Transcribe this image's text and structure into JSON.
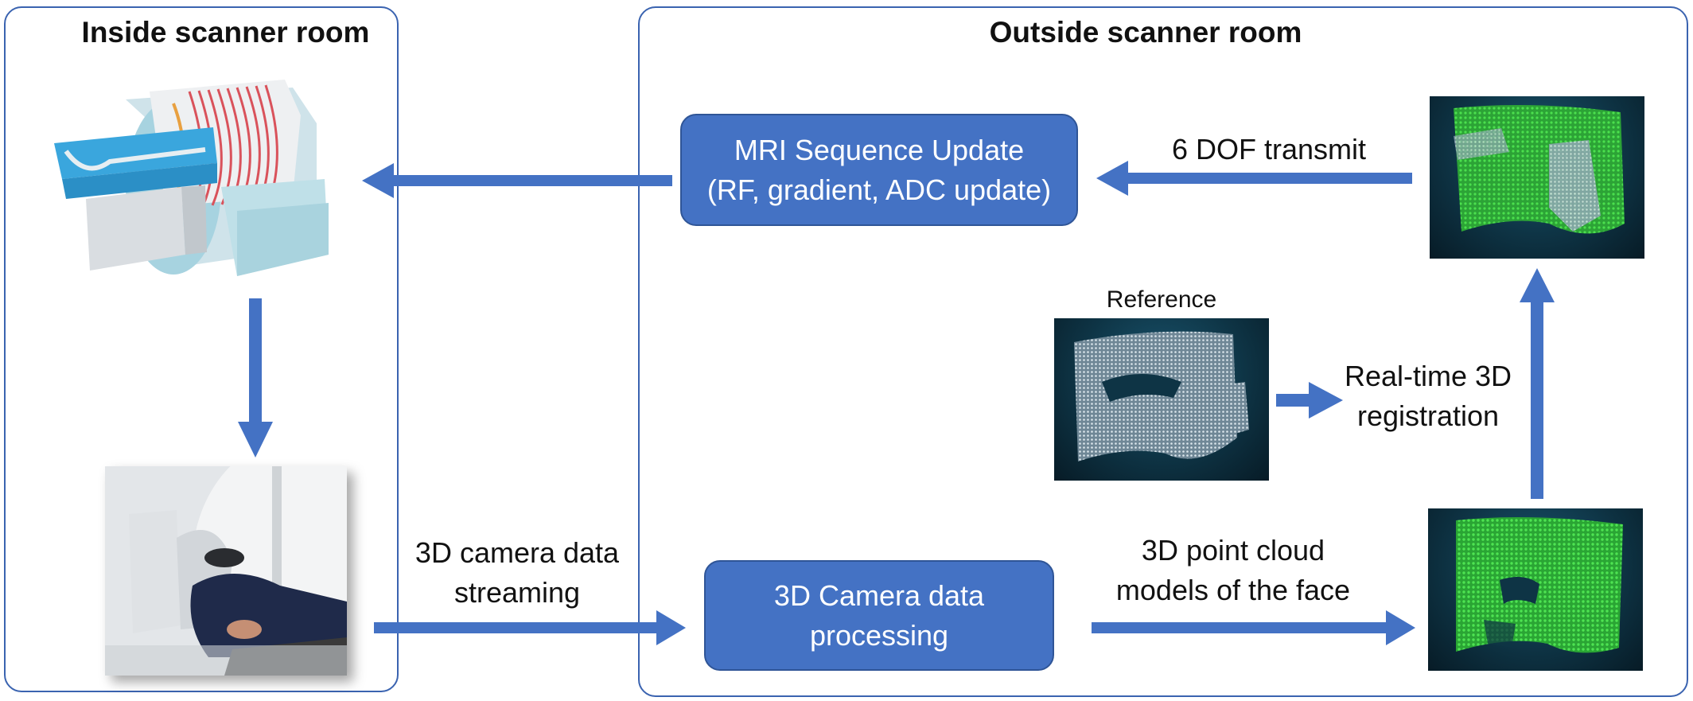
{
  "panels": {
    "inside_title": "Inside scanner room",
    "outside_title": "Outside scanner room"
  },
  "boxes": {
    "mri_update_line1": "MRI Sequence Update",
    "mri_update_line2": "(RF, gradient, ADC update)",
    "camera_processing_line1": "3D Camera data",
    "camera_processing_line2": "processing"
  },
  "labels": {
    "six_dof": "6 DOF transmit",
    "reference": "Reference",
    "registration_line1": "Real-time 3D",
    "registration_line2": "registration",
    "streaming_line1": "3D camera data",
    "streaming_line2": "streaming",
    "point_cloud_line1": "3D point cloud",
    "point_cloud_line2": "models of the face"
  },
  "colors": {
    "arrow": "#4472c4",
    "box_fill": "#4472c4",
    "panel_border": "#3a63b0",
    "cloud_green": "#39d63c",
    "cloud_white": "#d8e4ec"
  },
  "icons": {
    "scanner": "mri-scanner-illustration",
    "patient": "patient-in-scanner-photo",
    "reference_cloud": "reference-point-cloud",
    "registered_cloud": "registered-point-cloud",
    "live_cloud": "live-point-cloud"
  }
}
